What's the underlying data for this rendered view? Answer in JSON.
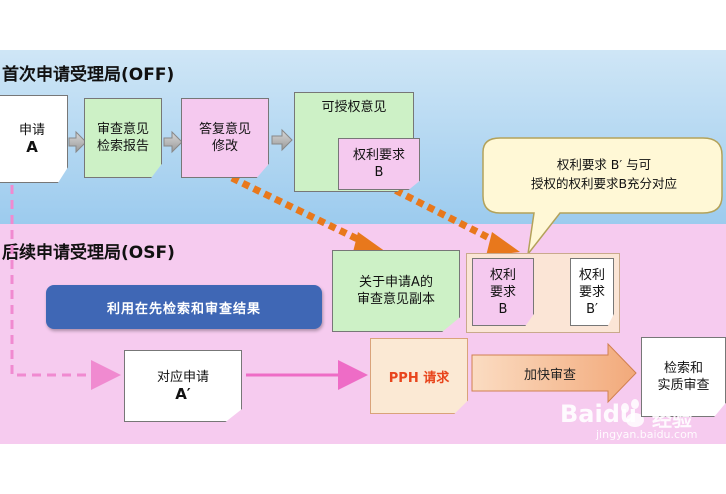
{
  "off": {
    "title": "首次申请受理局(OFF)"
  },
  "osf": {
    "title": "后续申请受理局(OSF)"
  },
  "docs": {
    "app_a": {
      "line1": "申请",
      "line2": "A"
    },
    "exam_report": {
      "line1": "审查意见",
      "line2": "检索报告"
    },
    "reply": {
      "line1": "答复意见",
      "line2": "修改"
    },
    "allowable": {
      "line1": "可授权意见"
    },
    "claims_b_off": {
      "line1": "权利要求",
      "line2": "B"
    },
    "copy_opinion": {
      "line1": "关于申请A的",
      "line2": "审查意见副本"
    },
    "claims_b_osf": {
      "line1": "权利",
      "line2": "要求",
      "line3": "B"
    },
    "claims_b_prime": {
      "line1": "权利",
      "line2": "要求",
      "line3": "B′"
    },
    "corr_app": {
      "line1": "对应申请",
      "line2": "A′"
    },
    "search_exam": {
      "line1": "检索和",
      "line2": "实质审查"
    }
  },
  "callout": {
    "line1": "权利要求 B′ 与可",
    "line2": "授权的权利要求B充分对应"
  },
  "pill": {
    "label": "利用在先检索和审查结果"
  },
  "pph": {
    "label": "PPH 请求"
  },
  "accelerate": {
    "label": "加快审查"
  },
  "watermark": {
    "brand": "Baidu",
    "brand_cn": "经验",
    "url": "jingyan.baidu.com"
  },
  "colors": {
    "off_band": "#9ccbee",
    "osf_band": "#f6cbef",
    "pill": "#3f67b5",
    "pph_text": "#e8451c",
    "dashed_arrow": "#e8781c"
  }
}
